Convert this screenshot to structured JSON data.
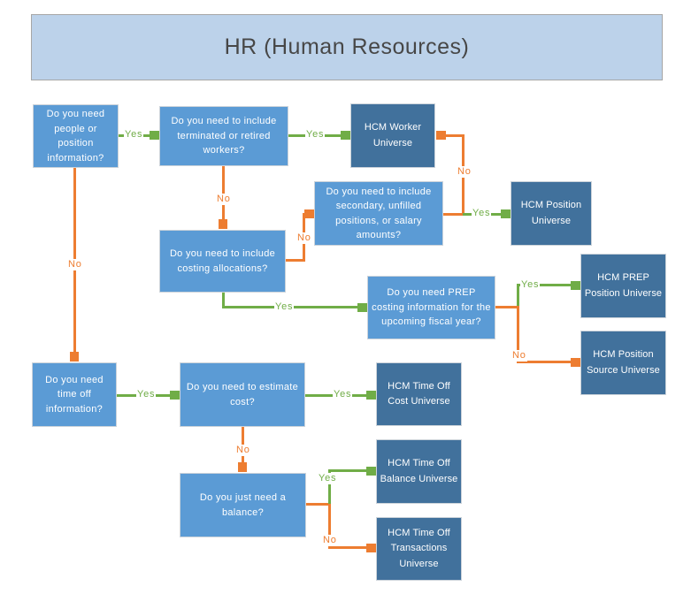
{
  "title": "HR (Human Resources)",
  "colors": {
    "header_fill": "#BCD2EA",
    "header_border": "#A6A6A6",
    "question_fill": "#5B9BD5",
    "universe_fill": "#41719C",
    "box_border": "#CCD3DA",
    "yes_green": "#70AD47",
    "no_orange": "#ED7D31",
    "title_color": "#474747"
  },
  "nodes": {
    "q_people": {
      "type": "question",
      "label": "Do you need people or position information?"
    },
    "q_terminated": {
      "type": "question",
      "label": "Do you need to include terminated or retired workers?"
    },
    "u_worker": {
      "type": "universe",
      "label": "HCM Worker Universe"
    },
    "q_secondary": {
      "type": "question",
      "label": "Do you need to include secondary, unfilled positions, or salary amounts?"
    },
    "u_position": {
      "type": "universe",
      "label": "HCM Position Universe"
    },
    "q_costing": {
      "type": "question",
      "label": "Do you need to include costing allocations?"
    },
    "q_prep": {
      "type": "question",
      "label": "Do you need PREP costing information for the upcoming fiscal year?"
    },
    "u_prep_position": {
      "type": "universe",
      "label": "HCM PREP Position Universe"
    },
    "u_position_source": {
      "type": "universe",
      "label": "HCM Position Source Universe"
    },
    "q_timeoff": {
      "type": "question",
      "label": "Do you need time off information?"
    },
    "q_estimate": {
      "type": "question",
      "label": "Do you need to estimate cost?"
    },
    "u_timeoff_cost": {
      "type": "universe",
      "label": "HCM Time Off Cost Universe"
    },
    "q_balance": {
      "type": "question",
      "label": "Do you just need a balance?"
    },
    "u_timeoff_balance": {
      "type": "universe",
      "label": "HCM Time Off Balance Universe"
    },
    "u_timeoff_transactions": {
      "type": "universe",
      "label": "HCM Time Off Transactions Universe"
    }
  },
  "edges": [
    {
      "from": "q_people",
      "to": "q_terminated",
      "label": "Yes"
    },
    {
      "from": "q_terminated",
      "to": "u_worker",
      "label": "Yes"
    },
    {
      "from": "q_terminated",
      "to": "q_costing",
      "label": "No"
    },
    {
      "from": "q_secondary",
      "to": "u_worker",
      "label": "No"
    },
    {
      "from": "q_costing",
      "to": "q_secondary",
      "label": "No"
    },
    {
      "from": "q_secondary",
      "to": "u_position",
      "label": "Yes"
    },
    {
      "from": "q_costing",
      "to": "q_prep",
      "label": "Yes"
    },
    {
      "from": "q_prep",
      "to": "u_prep_position",
      "label": "Yes"
    },
    {
      "from": "q_prep",
      "to": "u_position_source",
      "label": "No"
    },
    {
      "from": "q_people",
      "to": "q_timeoff",
      "label": "No"
    },
    {
      "from": "q_timeoff",
      "to": "q_estimate",
      "label": "Yes"
    },
    {
      "from": "q_estimate",
      "to": "u_timeoff_cost",
      "label": "Yes"
    },
    {
      "from": "q_estimate",
      "to": "q_balance",
      "label": "No"
    },
    {
      "from": "q_balance",
      "to": "u_timeoff_balance",
      "label": "Yes"
    },
    {
      "from": "q_balance",
      "to": "u_timeoff_transactions",
      "label": "No"
    }
  ]
}
